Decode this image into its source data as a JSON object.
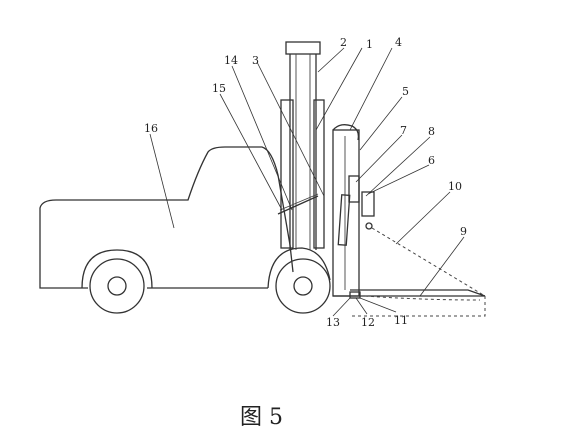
{
  "figure": {
    "caption": "图 5",
    "callouts": [
      "1",
      "2",
      "3",
      "4",
      "5",
      "6",
      "7",
      "8",
      "9",
      "10",
      "11",
      "12",
      "13",
      "14",
      "15",
      "16"
    ]
  },
  "colors": {
    "line": "#333333",
    "background": "#ffffff"
  }
}
